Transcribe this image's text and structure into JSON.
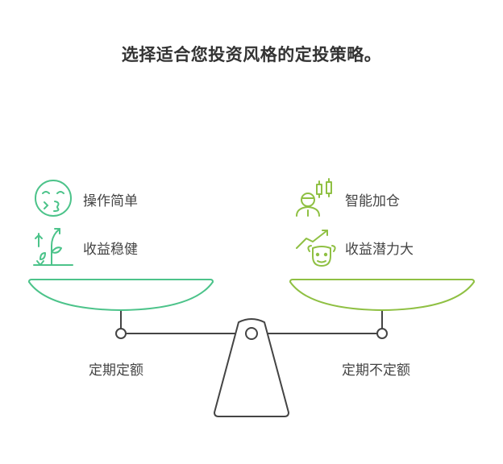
{
  "title": "选择适合您投资风格的定投策略。",
  "left": {
    "name": "定期定额",
    "color": "#4cc38a",
    "features": [
      {
        "icon": "smiley-face-icon",
        "text": "操作简单"
      },
      {
        "icon": "growing-plant-icon",
        "text": "收益稳健"
      }
    ]
  },
  "right": {
    "name": "定期不定额",
    "color": "#8fc043",
    "features": [
      {
        "icon": "trader-candlestick-icon",
        "text": "智能加仓"
      },
      {
        "icon": "bull-growth-icon",
        "text": "收益潜力大"
      }
    ]
  }
}
